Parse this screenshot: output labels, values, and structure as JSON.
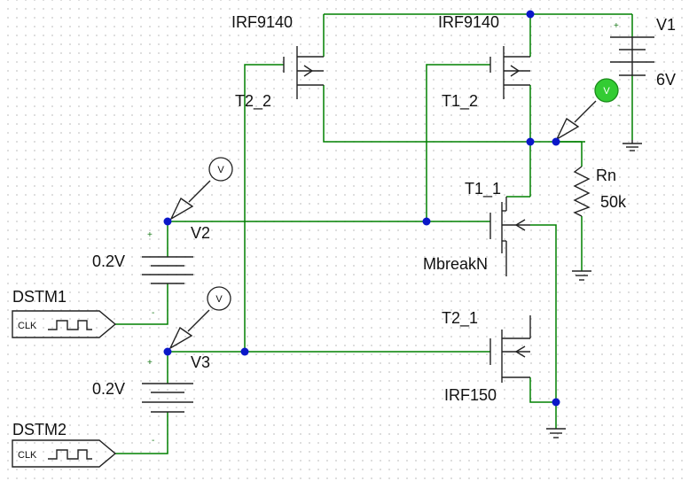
{
  "components": {
    "T2_2": {
      "ref": "T2_2",
      "model": "IRF9140"
    },
    "T1_2": {
      "ref": "T1_2",
      "model": "IRF9140"
    },
    "T1_1": {
      "ref": "T1_1",
      "model": "MbreakN"
    },
    "T2_1": {
      "ref": "T2_1",
      "model": "IRF150"
    },
    "V1": {
      "ref": "V1",
      "value": "6V"
    },
    "Rn": {
      "ref": "Rn",
      "value": "50k"
    },
    "V2": {
      "ref": "V2",
      "value": "0.2V"
    },
    "V3": {
      "ref": "V3",
      "value": "0.2V"
    },
    "DSTM1": {
      "ref": "DSTM1",
      "type_label": "CLK"
    },
    "DSTM2": {
      "ref": "DSTM2",
      "type_label": "CLK"
    }
  },
  "markers": {
    "voltage_probe": "V",
    "plus": "+",
    "minus": "-"
  },
  "colors": {
    "wire": "#008000",
    "junction": "#0b17c9",
    "probe_active": "#33cc33",
    "symbol": "#222222",
    "background": "#ffffff"
  },
  "icons": [
    "voltage-probe-icon",
    "ground-icon",
    "digital-clock-stimulus-icon"
  ]
}
